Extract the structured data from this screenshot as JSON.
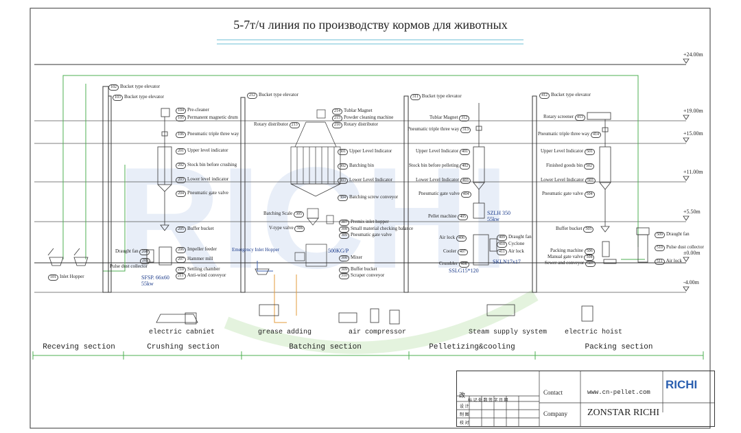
{
  "title": "5-7т/ч линия по производству кормов для животных",
  "levels": [
    "+24.00m",
    "+19.00m",
    "+15.00m",
    "+11.00m",
    "+5.50m",
    "±0.00m",
    "-4.00m"
  ],
  "crushing": {
    "items": [
      {
        "num": "102",
        "label": "Bucket type elevator"
      },
      {
        "num": "103",
        "label": "Bucket type elevator"
      },
      {
        "num": "104",
        "label": "Pre-cleaner"
      },
      {
        "num": "105",
        "label": "Permanent magnetic drum"
      },
      {
        "num": "106",
        "label": "Pneumatic triple three way"
      },
      {
        "num": "201",
        "label": "Upper level indicator"
      },
      {
        "num": "202",
        "label": "Stock bin before crushing"
      },
      {
        "num": "203",
        "label": "Lower level indicator"
      },
      {
        "num": "204",
        "label": "Pneumatic gate valve"
      },
      {
        "num": "205",
        "label": "Buffer bucket"
      },
      {
        "num": "206",
        "label": "Impeller feeder"
      },
      {
        "num": "207",
        "label": "Hammer mill"
      },
      {
        "num": "210",
        "label": "Settling chamber"
      },
      {
        "num": "211",
        "label": "Anti-wind conveyor"
      },
      {
        "num": "101",
        "label": "Inlet Hopper"
      }
    ],
    "draught_fan": "Draught fan",
    "draught_fan_num": "208",
    "pulse_num": "209",
    "pulse": "Pulse dust collector",
    "mill_model": "SFSP. 66x60",
    "mill_power": "55kw"
  },
  "batching": {
    "items": [
      {
        "num": "212",
        "label": "Bucket type elevator"
      },
      {
        "num": "214",
        "label": "Tublar Magnet"
      },
      {
        "num": "215",
        "label": "Powder cleaning machine"
      },
      {
        "num": "216",
        "label": "Rotary distributor"
      },
      {
        "num": "301",
        "label": "Upper Level Indicator"
      },
      {
        "num": "302",
        "label": "Batching bin"
      },
      {
        "num": "303",
        "label": "Lower Level Indicator"
      },
      {
        "num": "304",
        "label": "Batching screw conveyor"
      },
      {
        "num": "307",
        "label": "Premix inlet hopper"
      },
      {
        "num": "308",
        "label": "Small material checking balance"
      },
      {
        "num": "309",
        "label": "Pneumatic gate valve"
      },
      {
        "num": "308",
        "label": "Mixer"
      },
      {
        "num": "309",
        "label": "Buffer bucket"
      },
      {
        "num": "310",
        "label": "Scraper conveyor"
      }
    ],
    "rotary_distributor": "Rotary distributor",
    "rotary_num": "213",
    "scale": "Batching Scale",
    "scale_num": "305",
    "vvalve": "V-type valve",
    "vvalve_num": "306",
    "emergency": "Emergency Inlet Hopper",
    "mixer_cap": "500KG/P"
  },
  "pelleting": {
    "items_left": [
      {
        "num": "311",
        "label": "Bucket type elevator"
      },
      {
        "num": "312",
        "label": "Tublar Magnet"
      },
      {
        "num": "313",
        "label": "Pneumatic triple three way"
      },
      {
        "num": "401",
        "label": "Upper Level Indicator"
      },
      {
        "num": "402",
        "label": "Stock bin before pelleting"
      },
      {
        "num": "403",
        "label": "Lower Level Indicator"
      },
      {
        "num": "404",
        "label": "Pneumatic gate valve"
      },
      {
        "num": "405",
        "label": "Pellet machine"
      },
      {
        "num": "406",
        "label": "Air lock"
      },
      {
        "num": "407",
        "label": "Cooler"
      },
      {
        "num": "408",
        "label": "Crumbler"
      }
    ],
    "items_right": [
      {
        "num": "409",
        "label": "Draught fan"
      },
      {
        "num": "410",
        "label": "Cyclone"
      },
      {
        "num": "411",
        "label": "Air lock"
      }
    ],
    "pellet_model": "SZLH 350",
    "pellet_power": "55kw",
    "cooler_model": "SKLN17x17",
    "crumbler_model": "SSLG15*120"
  },
  "packing": {
    "items": [
      {
        "num": "412",
        "label": "Bucket type elevator"
      },
      {
        "num": "413",
        "label": "Rotary screener"
      },
      {
        "num": "414",
        "label": "Pneumatic triple three way"
      },
      {
        "num": "501",
        "label": "Upper Level Indicator"
      },
      {
        "num": "502",
        "label": "Finished goods bin"
      },
      {
        "num": "503",
        "label": "Lower Level Indicator"
      },
      {
        "num": "504",
        "label": "Pneumatic gate valve"
      },
      {
        "num": "505",
        "label": "Buffer bucket"
      },
      {
        "num": "506",
        "label": "Packing machine"
      },
      {
        "num": "508",
        "label": "Manual gate valve"
      },
      {
        "num": "507",
        "label": "Sewer and conveyor"
      },
      {
        "num": "509",
        "label": "Draught fan"
      },
      {
        "num": "510",
        "label": "Pulse dust collector"
      },
      {
        "num": "511",
        "label": "Air lock"
      }
    ]
  },
  "equipment": {
    "cabinet": "electric cabniet",
    "grease": "grease adding",
    "compressor": "air compressor",
    "steam": "Steam supply system",
    "hoist": "electric hoist"
  },
  "sections": [
    "Receving section",
    "Crushing section",
    "Batching section",
    "Pelletizing&cooling",
    "Packing section"
  ],
  "title_block": {
    "contact_label": "Contact",
    "website": "www.cn-pellet.com",
    "company_label": "Company",
    "company": "ZONSTAR RICHI",
    "logo": "RICHI",
    "grid_header": "标 记 处 数 签 字 日 期",
    "change": "改",
    "rows": [
      "设 计",
      "制 图",
      "校 对"
    ]
  },
  "watermark": "RICHI",
  "colors": {
    "line": "#333333",
    "green": "#4caf50",
    "orange": "#e39b3b",
    "blue": "#3a5fb0"
  }
}
